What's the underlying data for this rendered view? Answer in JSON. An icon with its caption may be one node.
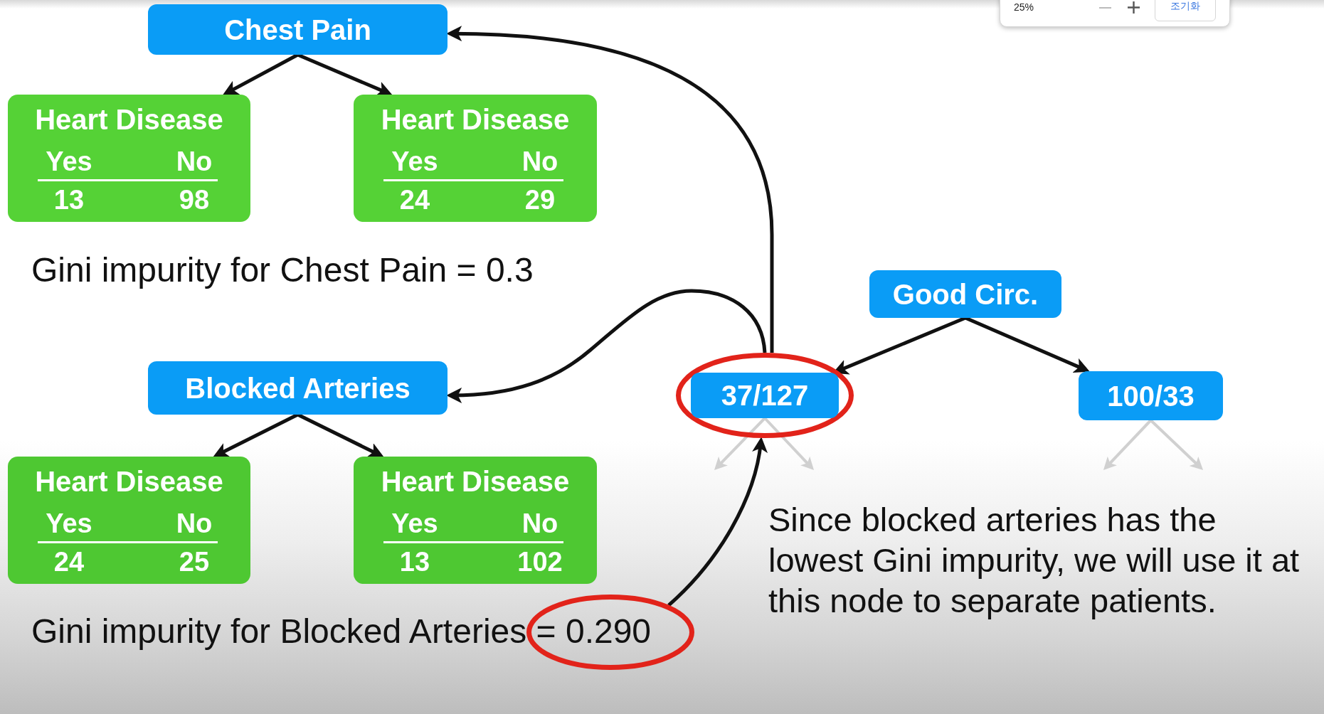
{
  "diagram": {
    "nodes": [
      {
        "text": [
          "Chest Pain"
        ]
      },
      {
        "text": [
          "Heart Disease",
          "Yes",
          "No",
          "13",
          "98"
        ]
      },
      {
        "text": [
          "Heart Disease",
          "Yes",
          "No",
          "24",
          "29"
        ]
      },
      {
        "text": [
          "Good Circ."
        ]
      },
      {
        "text": [
          "Blocked Arteries"
        ]
      },
      {
        "text": [],
        "shape": "ellipse"
      },
      {
        "text": [
          "37/127"
        ],
        "in": 5
      },
      {
        "text": [
          "100/33"
        ]
      },
      {
        "text": [
          "Heart Disease",
          "Yes",
          "No",
          "24",
          "25"
        ]
      },
      {
        "text": [
          "Heart Disease",
          "Yes",
          "No",
          "13",
          "102"
        ]
      },
      {
        "text": [],
        "shape": "ellipse"
      }
    ],
    "edges": [
      {
        "from": 0,
        "to": 1,
        "arrow": "to"
      },
      {
        "from": 0,
        "to": 2,
        "arrow": "to"
      },
      {
        "from": 3,
        "to": 6,
        "arrow": "to"
      },
      {
        "from": 3,
        "to": 7,
        "arrow": "to"
      },
      {
        "from": 5,
        "to": 0,
        "arrow": "to"
      },
      {
        "from": 5,
        "to": 4,
        "arrow": "to"
      },
      {
        "from": 4,
        "to": 8,
        "arrow": "to"
      },
      {
        "from": 4,
        "to": 9,
        "arrow": "to"
      },
      {
        "from": 6,
        "to": null,
        "arrow": "to",
        "color": "#d0d0d0"
      },
      {
        "from": 6,
        "to": null,
        "arrow": "to",
        "color": "#d0d0d0"
      },
      {
        "from": 7,
        "to": null,
        "arrow": "to",
        "color": "#d0d0d0"
      },
      {
        "from": 7,
        "to": null,
        "arrow": "to",
        "color": "#d0d0d0"
      },
      {
        "from": 10,
        "to": 5,
        "arrow": "to"
      }
    ],
    "labels": [
      "25%",
      "조기화",
      "Gini impurity for Chest Pain = 0.3",
      "Since blocked arteries has the lowest Gini impurity, we will use it at this node to separate patients.",
      "Gini impurity for Blocked Arteries = 0.290"
    ]
  }
}
